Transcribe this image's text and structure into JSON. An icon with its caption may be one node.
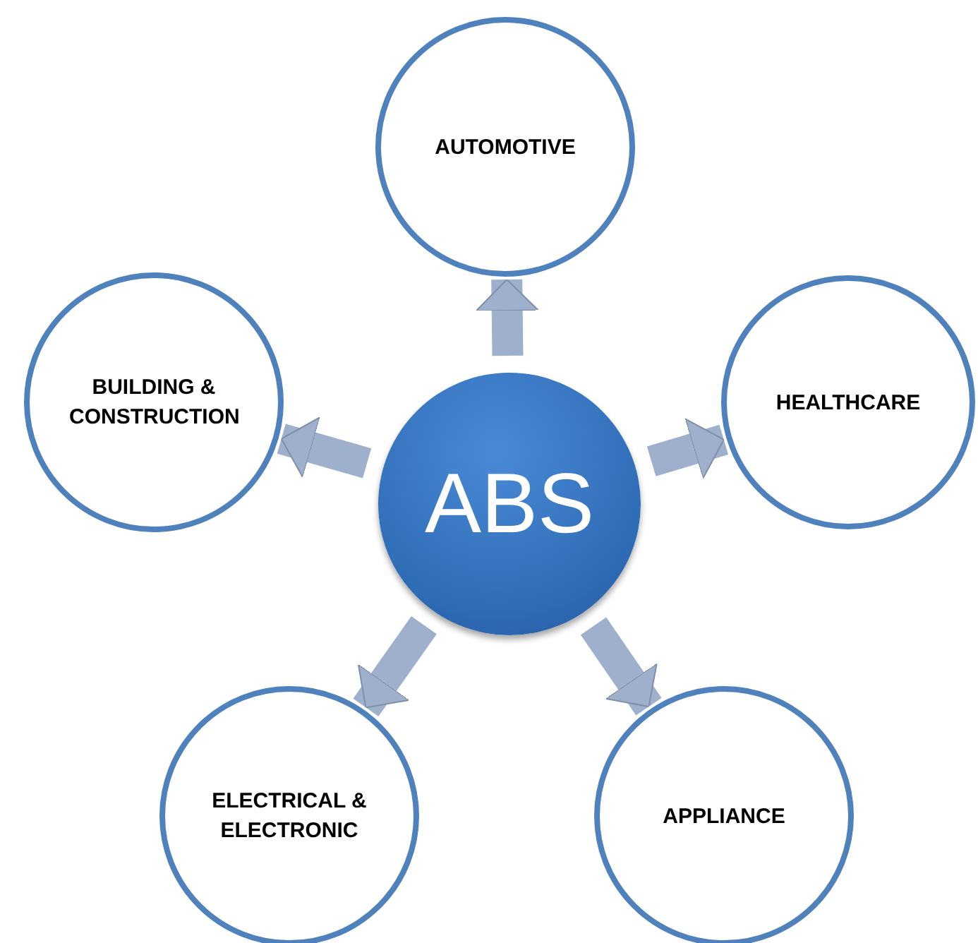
{
  "diagram": {
    "nodes": [
      {
        "text": [
          "ABS"
        ]
      },
      {
        "text": [
          "AUTOMOTIVE"
        ]
      },
      {
        "text": [
          "HEALTHCARE"
        ]
      },
      {
        "text": [
          "APPLIANCE"
        ]
      },
      {
        "text": [
          "ELECTRICAL & ELECTRONIC"
        ]
      },
      {
        "text": [
          "BUILDING & CONSTRUCTION"
        ]
      }
    ],
    "edges": [
      {
        "from": 0,
        "to": 1,
        "arrow": "to"
      },
      {
        "from": 0,
        "to": 2,
        "arrow": "to"
      },
      {
        "from": 0,
        "to": 3,
        "arrow": "to"
      },
      {
        "from": 0,
        "to": 4,
        "arrow": "to"
      },
      {
        "from": 0,
        "to": 5,
        "arrow": "to"
      }
    ]
  }
}
